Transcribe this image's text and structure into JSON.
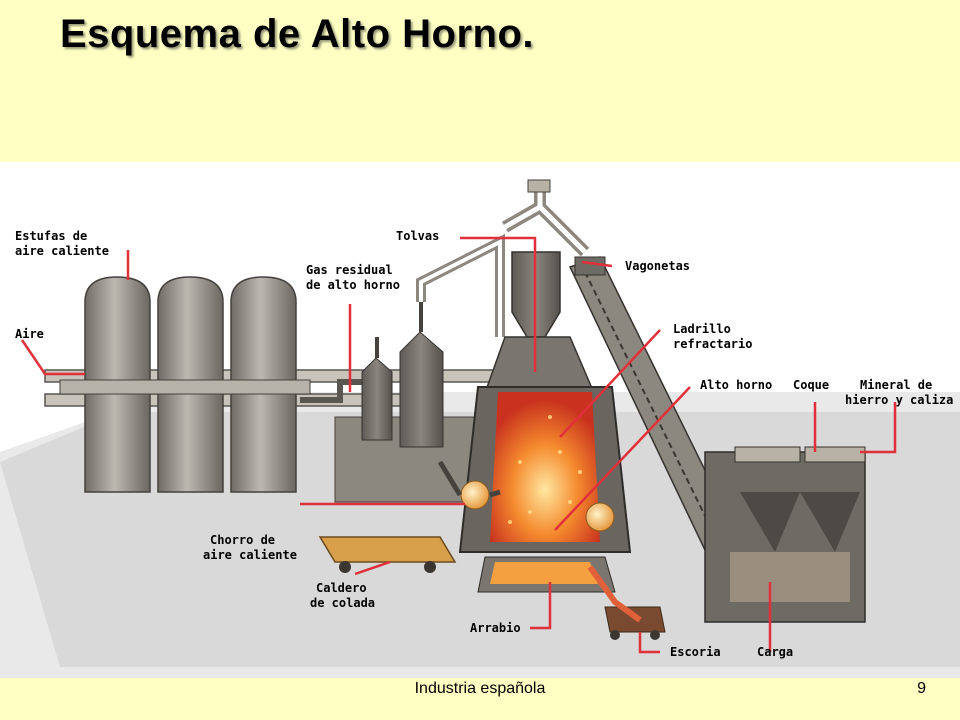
{
  "slide": {
    "title": "Esquema de Alto Horno.",
    "footer_text": "Industria española",
    "page_number": "9"
  },
  "diagram": {
    "labels": {
      "estufas_1": "Estufas de",
      "estufas_2": "aire caliente",
      "aire": "Aire",
      "gas_1": "Gas residual",
      "gas_2": "de alto horno",
      "tolvas": "Tolvas",
      "vagonetas": "Vagonetas",
      "ladrillo_1": "Ladrillo",
      "ladrillo_2": "refractario",
      "alto_horno": "Alto horno",
      "coque": "Coque",
      "mineral_1": "Mineral de",
      "mineral_2": "hierro y caliza",
      "chorro_1": "Chorro de",
      "chorro_2": "aire caliente",
      "caldero_1": "Caldero",
      "caldero_2": "de colada",
      "arrabio": "Arrabio",
      "escoria": "Escoria",
      "carga": "Carga"
    },
    "colors": {
      "leader_line": "#E0303A",
      "structure_dark": "#6E6A64",
      "structure_mid": "#8C877F",
      "structure_light": "#B8B2A6",
      "molten": "#F0782A",
      "floor": "#DCDCDC"
    }
  }
}
